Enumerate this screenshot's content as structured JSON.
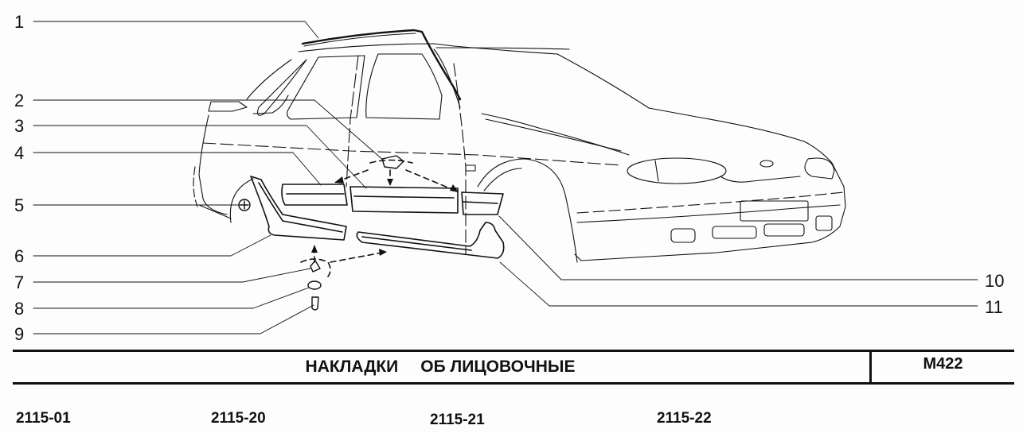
{
  "title": {
    "part_group_word1": "НАКЛАДКИ",
    "part_group_word2": "ОБЛИЦОВОЧНЫЕ",
    "display_word2": "ОБ ЛИЦОВОЧНЫЕ",
    "code": "М422"
  },
  "callouts": [
    {
      "id": "1",
      "label": "1",
      "side": "left"
    },
    {
      "id": "2",
      "label": "2",
      "side": "left"
    },
    {
      "id": "3",
      "label": "3",
      "side": "left"
    },
    {
      "id": "4",
      "label": "4",
      "side": "left"
    },
    {
      "id": "5",
      "label": "5",
      "side": "left"
    },
    {
      "id": "6",
      "label": "6",
      "side": "left"
    },
    {
      "id": "7",
      "label": "7",
      "side": "left"
    },
    {
      "id": "8",
      "label": "8",
      "side": "left"
    },
    {
      "id": "9",
      "label": "9",
      "side": "left"
    },
    {
      "id": "10",
      "label": "10",
      "side": "right"
    },
    {
      "id": "11",
      "label": "11",
      "side": "right"
    }
  ],
  "models": [
    {
      "label": "2115-01"
    },
    {
      "label": "2115-20"
    },
    {
      "label": "2115-21"
    },
    {
      "label": "2115-22"
    }
  ],
  "colors": {
    "ink": "#111111",
    "paper": "#fdfdfd"
  }
}
